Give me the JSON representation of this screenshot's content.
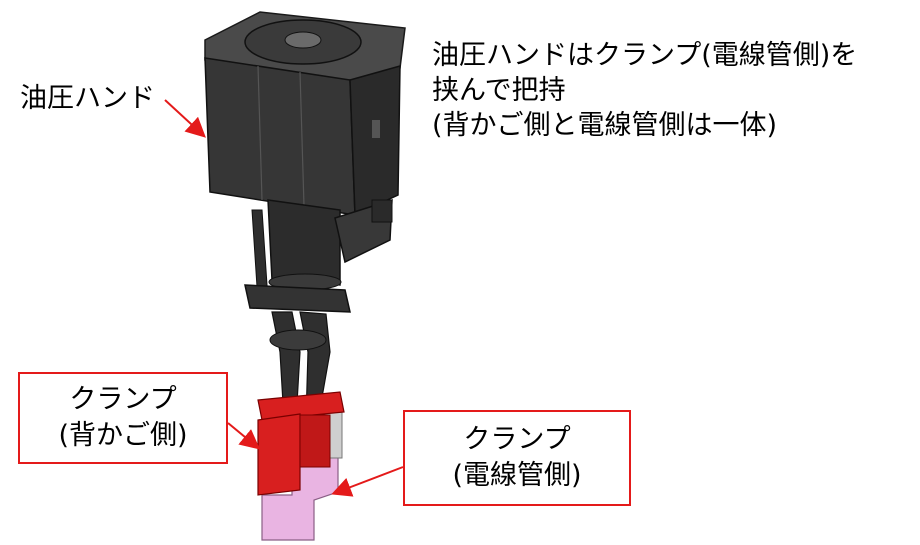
{
  "labels": {
    "hand_label": "油圧ハンド",
    "description": [
      "油圧ハンドはクランプ(電線管側)を",
      "挟んで把持",
      "(背かご側と電線管側は一体)"
    ],
    "clamp_back": [
      "クランプ",
      "(背かご側)"
    ],
    "clamp_conduit": [
      "クランプ",
      "(電線管側)"
    ]
  },
  "colors": {
    "hand_body": "#3a3a3a",
    "clamp_back": "#d81f1f",
    "clamp_conduit": "#e9b4e2",
    "callout_border": "#e41a1a",
    "arrow": "#e41a1a"
  }
}
